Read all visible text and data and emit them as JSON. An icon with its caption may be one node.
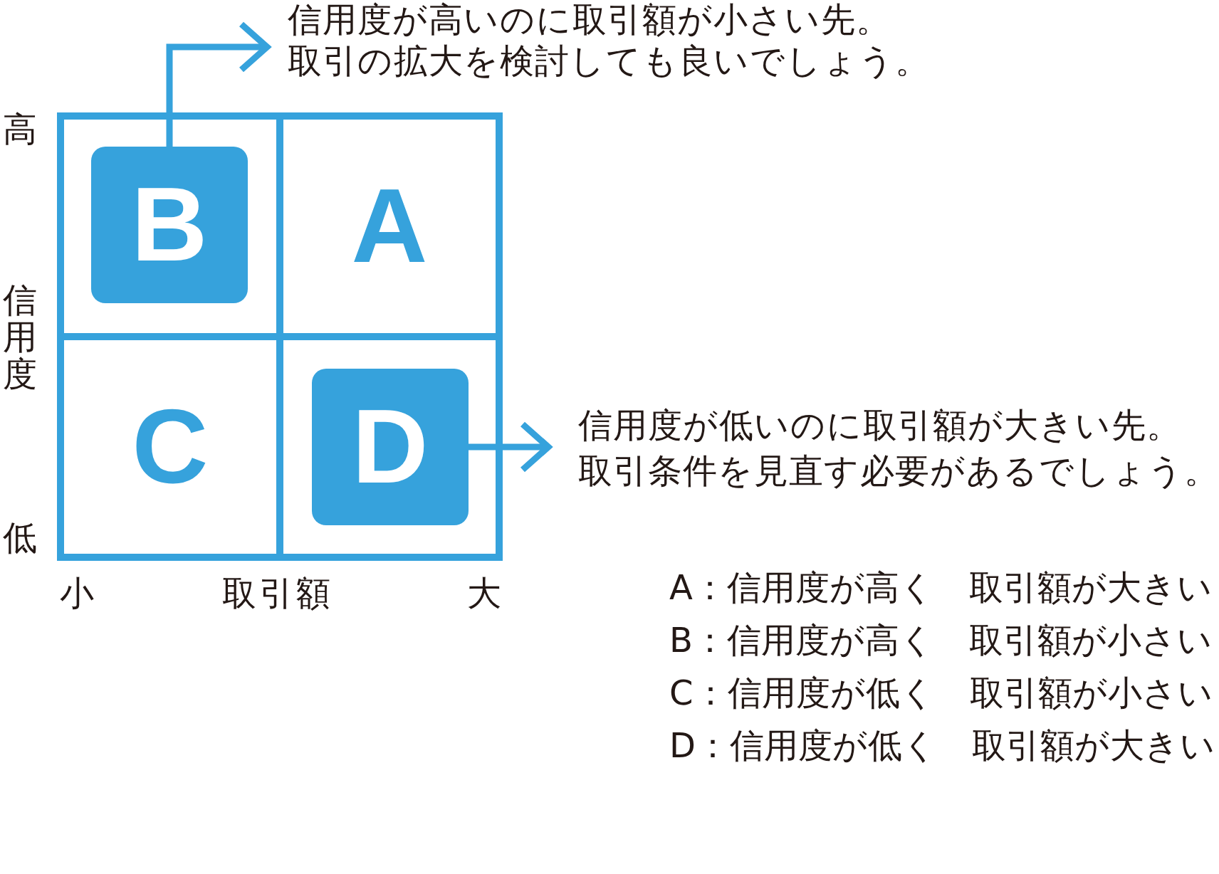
{
  "diagram": {
    "nodes": [
      {
        "text": [
          "信用度が高いのに取引額が小さい先。取引の拡大を検討しても良いでしょう。"
        ]
      },
      {
        "text": [],
        "shape": "box"
      },
      {
        "text": [
          "B"
        ],
        "in": 1
      },
      {
        "text": [
          "A"
        ]
      },
      {
        "text": [
          "C"
        ]
      },
      {
        "text": [],
        "shape": "box"
      },
      {
        "text": [
          "D"
        ],
        "in": 5
      },
      {
        "text": [
          "信用度が低いのに取引額が大きい先。取引条件を見直す必要があるでしょう。"
        ]
      }
    ],
    "edges": [
      {
        "from": 2,
        "to": 0,
        "arrow": "to"
      },
      {
        "from": 6,
        "to": 7,
        "arrow": "to"
      }
    ],
    "labels": [
      "高",
      "信用度",
      "低",
      "小",
      "取引額",
      "大",
      "A：信用度が高く　取引額が大きい",
      "B：信用度が高く　取引額が小さい",
      "C：信用度が低く　取引額が小さい",
      "D：信用度が低く　取引額が大きい"
    ]
  }
}
